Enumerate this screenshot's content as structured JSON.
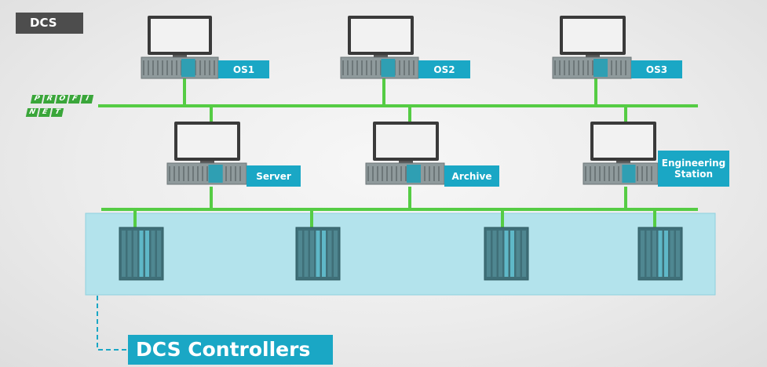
{
  "header_tag": "DCS",
  "profinet": {
    "row1": [
      "P",
      "R",
      "O",
      "F",
      "I"
    ],
    "row2": [
      "N",
      "E",
      "T"
    ]
  },
  "operator_stations": [
    {
      "label": "OS1"
    },
    {
      "label": "OS2"
    },
    {
      "label": "OS3"
    }
  ],
  "servers": [
    {
      "label": "Server"
    },
    {
      "label": "Archive"
    },
    {
      "label": "Engineering\nStation"
    }
  ],
  "controllers_label": "DCS Controllers",
  "colors": {
    "network_line": "#55cc44",
    "label_bg": "#1aa7c5",
    "controller_zone": "#b3e3ec",
    "dashed_line": "#1aa7c5"
  }
}
